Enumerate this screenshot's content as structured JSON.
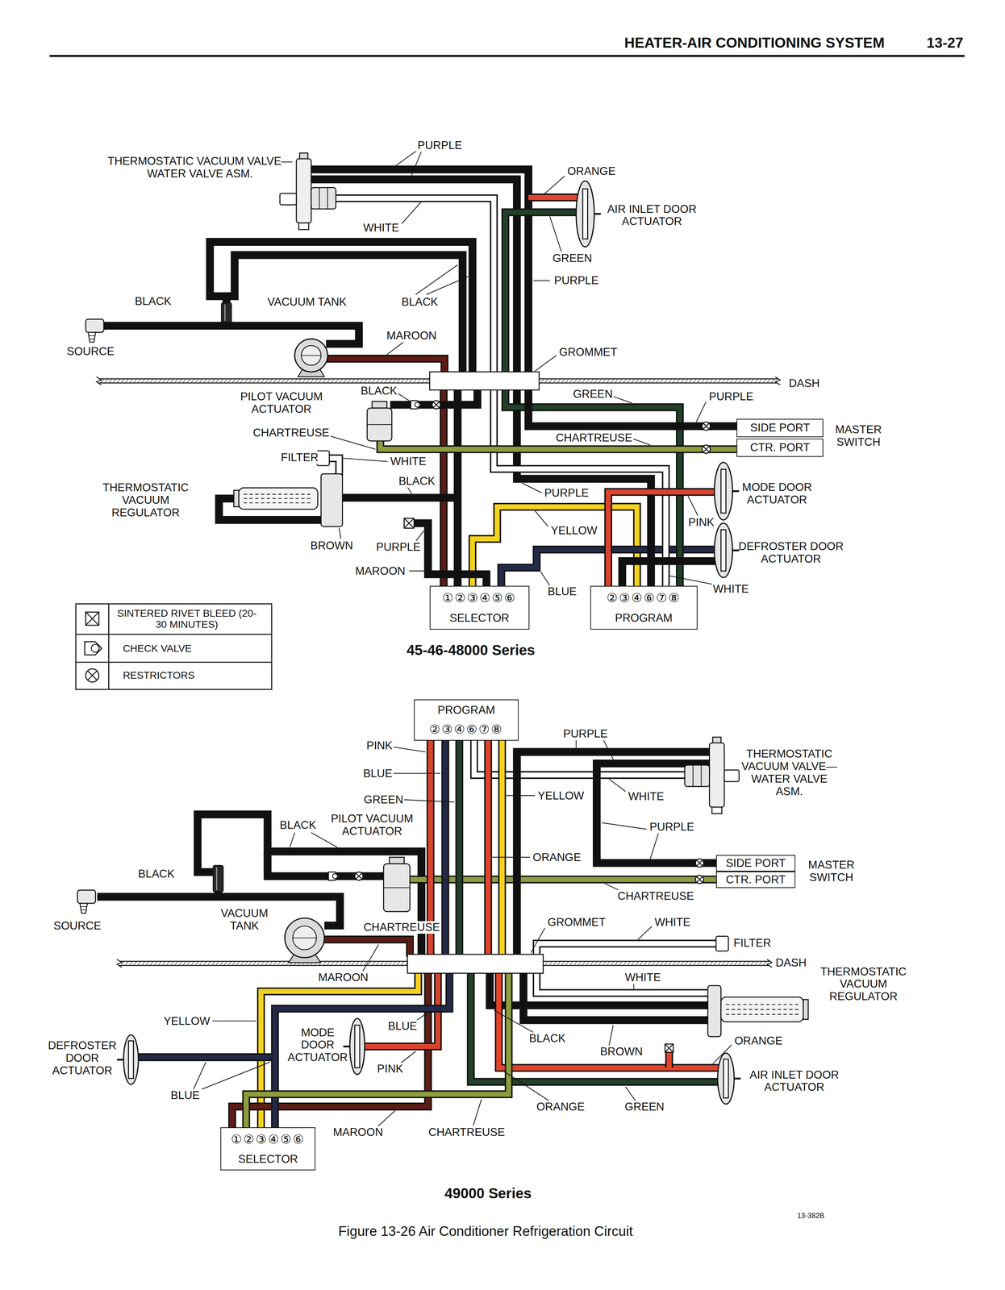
{
  "diagram": {
    "title": "HEATER-AIR CONDITIONING SYSTEM",
    "caption": "Figure 13-26 Air Conditioner Refrigeration Circuit",
    "nodes": [
      {
        "text": [
          "SIDE PORT"
        ]
      },
      {
        "text": [
          "CTR. PORT"
        ]
      },
      {
        "text": [
          "①②③④⑤⑥",
          "SELECTOR"
        ]
      },
      {
        "text": [
          "②③④⑥⑦⑧",
          "PROGRAM"
        ]
      },
      {
        "text": [
          "PROGRAM",
          "②③④⑥⑦⑧"
        ]
      },
      {
        "text": [
          "SIDE PORT"
        ]
      },
      {
        "text": [
          "CTR. PORT"
        ]
      },
      {
        "text": [
          "①②③④⑤⑥",
          "SELECTOR"
        ]
      }
    ],
    "labels": [
      "13-27",
      "PURPLE",
      "THERMOSTATIC VACUUM VALVE—WATER VALVE ASM.",
      "ORANGE",
      "AIR INLET DOOR ACTUATOR",
      "WHITE",
      "GREEN",
      "PURPLE",
      "BLACK",
      "VACUUM TANK",
      "BLACK",
      "SOURCE",
      "MAROON",
      "GROMMET",
      "DASH",
      "BLACK",
      "PILOT VACUUM ACTUATOR",
      "GREEN",
      "PURPLE",
      "CHARTREUSE",
      "CHARTREUSE",
      "MASTER SWITCH",
      "FILTER",
      "WHITE",
      "BLACK",
      "THERMOSTATIC VACUUM REGULATOR",
      "PURPLE",
      "MODE DOOR ACTUATOR",
      "YELLOW",
      "PINK",
      "BROWN",
      "PURPLE",
      "DEFROSTER DOOR ACTUATOR",
      "MAROON",
      "BLUE",
      "WHITE",
      "45-46-48000 Series",
      "PINK",
      "PURPLE",
      "THERMOSTATIC VACUUM VALVE—WATER VALVE ASM.",
      "BLUE",
      "YELLOW",
      "WHITE",
      "GREEN",
      "BLACK",
      "PILOT VACUUM ACTUATOR",
      "PURPLE",
      "ORANGE",
      "MASTER SWITCH",
      "BLACK",
      "CHARTREUSE",
      "VACUUM TANK",
      "SOURCE",
      "CHARTREUSE",
      "GROMMET",
      "WHITE",
      "FILTER",
      "DASH",
      "THERMOSTATIC VACUUM REGULATOR",
      "WHITE",
      "MAROON",
      "YELLOW",
      "BLUE",
      "MODE DOOR ACTUATOR",
      "BLACK",
      "BROWN",
      "ORANGE",
      "DEFROSTER DOOR ACTUATOR",
      "PINK",
      "AIR INLET DOOR ACTUATOR",
      "BLUE",
      "ORANGE",
      "GREEN",
      "MAROON",
      "CHARTREUSE",
      "49000 Series",
      "13-382B"
    ],
    "legend": [
      {
        "text": "SINTERED RIVET BLEED (20-30 MINUTES)"
      },
      {
        "text": "CHECK VALVE"
      },
      {
        "text": "RESTRICTORS"
      }
    ]
  }
}
